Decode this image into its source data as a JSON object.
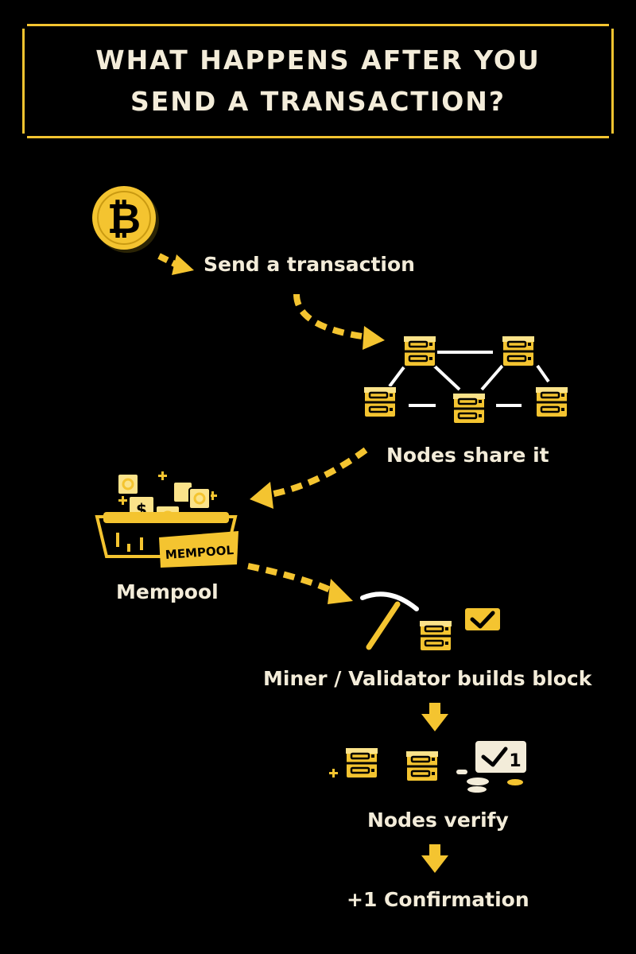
{
  "title": {
    "line1": "WHAT HAPPENS AFTER YOU",
    "line2": "SEND A TRANSACTION?"
  },
  "steps": [
    {
      "label": "Send a transaction",
      "icon": "bitcoin-coin-icon"
    },
    {
      "label": "Nodes share it",
      "icon": "node-network-icon"
    },
    {
      "label": "Mempool",
      "icon": "mempool-box-icon",
      "badge": "MEMPOOL"
    },
    {
      "label": "Miner / Validator builds block",
      "icon": "pickaxe-block-icon"
    },
    {
      "label": "Nodes verify",
      "icon": "verified-blocks-icon",
      "badge": "1"
    },
    {
      "label": "+1 Confirmation",
      "icon": "confirmation-icon"
    }
  ],
  "colors": {
    "accent": "#f4c430",
    "background": "#000000",
    "text": "#f3ecd9"
  }
}
